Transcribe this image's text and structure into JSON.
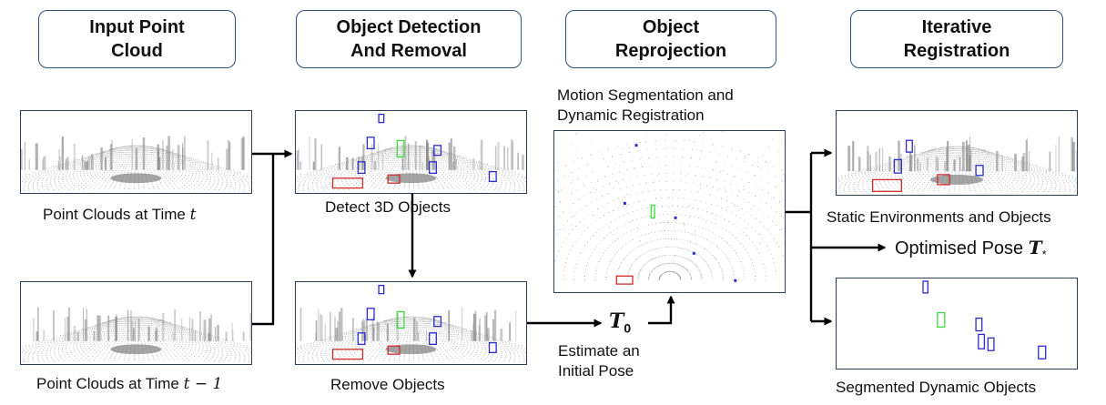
{
  "headers": [
    {
      "id": "input",
      "text": "Input Point\nCloud"
    },
    {
      "id": "detect",
      "text": "Object Detection\nAnd Removal"
    },
    {
      "id": "reproj",
      "text": "Object\nReprojection"
    },
    {
      "id": "reg",
      "text": "Iterative\nRegistration"
    }
  ],
  "captions": {
    "pc_t": {
      "text": "Point Clouds at Time ",
      "math": "t"
    },
    "pc_t1": {
      "text": "Point Clouds at Time ",
      "math": "t − 1"
    },
    "detect": "Detect 3D  Objects",
    "remove": "Remove  Objects",
    "motion": "Motion Segmentation and\nDynamic Registration",
    "estimate": "Estimate an\nInitial Pose",
    "static": "Static Environments and Objects",
    "optimised": {
      "text": "Optimised Pose ",
      "math": "T",
      "sub": "*"
    },
    "segmented": "Segmented Dynamic Objects",
    "t0": {
      "math": "T",
      "sub": "0"
    }
  },
  "colors": {
    "header_border": "#2f4f7f",
    "panel_border": "#2e3d55",
    "static_box": "#d42a2a",
    "dynamic_box": "#2b2bd0",
    "other_box": "#3ddc3d",
    "points": "#8a8a8a",
    "arrow": "#000000"
  }
}
